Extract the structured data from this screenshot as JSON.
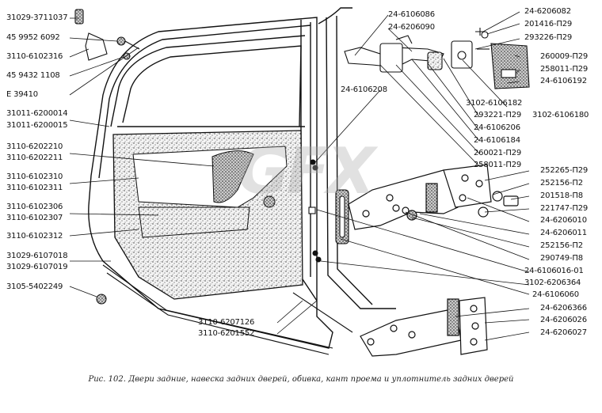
{
  "caption": "Рис. 102. Двери задние, навеска задних дверей, обивка, кант проема и уплотнитель задних дверей",
  "watermark": "GFX",
  "labels": {
    "l01": "31029-3711037",
    "l02": "45 9952 6092",
    "l03": "3110-6102316",
    "l04": "45 9432 1108",
    "l05": "Е 39410",
    "l06": "31011-6200014",
    "l07": "31011-6200015",
    "l08": "3110-6202210",
    "l09": "3110-6202211",
    "l10": "3110-6102310",
    "l11": "3110-6102311",
    "l12": "3110-6102306",
    "l13": "3110-6102307",
    "l14": "3110-6102312",
    "l15": "31029-6107018",
    "l16": "31029-6107019",
    "l17": "3105-5402249",
    "l18": "3110-6207126",
    "l19": "3110-6201552",
    "t01": "24-6106086",
    "t02": "24-6206090",
    "t03": "24-6106208",
    "r01": "24-6206082",
    "r02": "201416-П29",
    "r03": "293226-П29",
    "r04": "260009-П29",
    "r05": "258011-П29",
    "r06": "24-6106192",
    "m01": "3102-6106182",
    "m02": "293221-П29",
    "m03": "24-6106206",
    "m04": "24-6106184",
    "m05": "260021-П29",
    "m06": "258011-П29",
    "r07": "3102-6106180",
    "r08": "252265-П29",
    "r09": "252156-П2",
    "r10": "201518-П8",
    "r11": "221747-П29",
    "r12": "24-6206010",
    "r13": "24-6206011",
    "r14": "252156-П2",
    "r15": "290749-П8",
    "r16": "24-6106016-01",
    "r17": "3102-6206364",
    "r18": "24-6106060",
    "r19": "24-6206366",
    "r20": "24-6206026",
    "r21": "24-6206027"
  }
}
